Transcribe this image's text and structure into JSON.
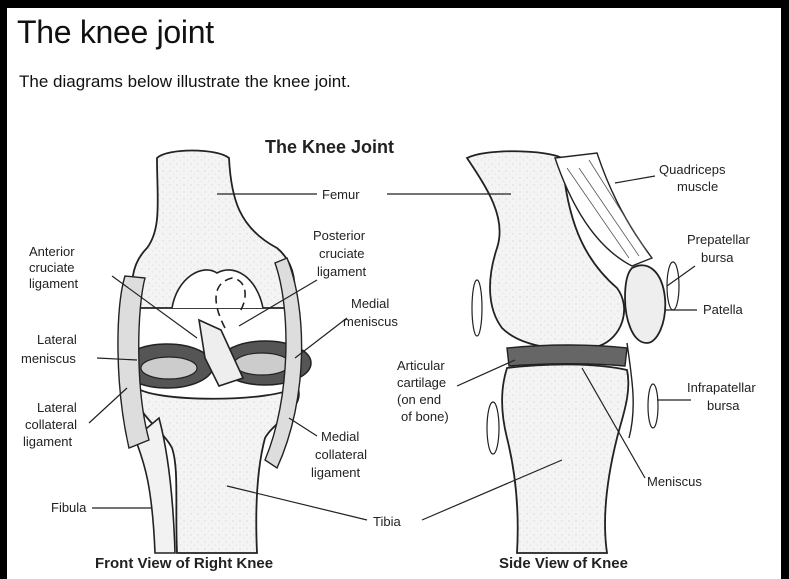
{
  "page": {
    "title": "The knee joint",
    "subtitle": "The diagrams below illustrate the knee joint."
  },
  "diagram": {
    "title": "The Knee Joint",
    "front_caption": "Front View of Right Knee",
    "side_caption": "Side View of Knee",
    "labels": {
      "femur": "Femur",
      "tibia": "Tibia",
      "acl": [
        "Anterior",
        "cruciate",
        "ligament"
      ],
      "pcl": [
        "Posterior",
        "cruciate",
        "ligament"
      ],
      "medial_meniscus": [
        "Medial",
        "meniscus"
      ],
      "lateral_meniscus": [
        "Lateral",
        "meniscus"
      ],
      "lateral_collateral": [
        "Lateral",
        "collateral",
        "ligament"
      ],
      "medial_collateral": [
        "Medial",
        "collateral",
        "ligament"
      ],
      "fibula": "Fibula",
      "quadriceps": [
        "Quadriceps",
        "muscle"
      ],
      "prepatellar": [
        "Prepatellar",
        "bursa"
      ],
      "patella": "Patella",
      "articular": [
        "Articular",
        "cartilage",
        "(on end",
        "of bone)"
      ],
      "infrapatellar": [
        "Infrapatellar",
        "bursa"
      ],
      "meniscus": "Meniscus"
    }
  }
}
